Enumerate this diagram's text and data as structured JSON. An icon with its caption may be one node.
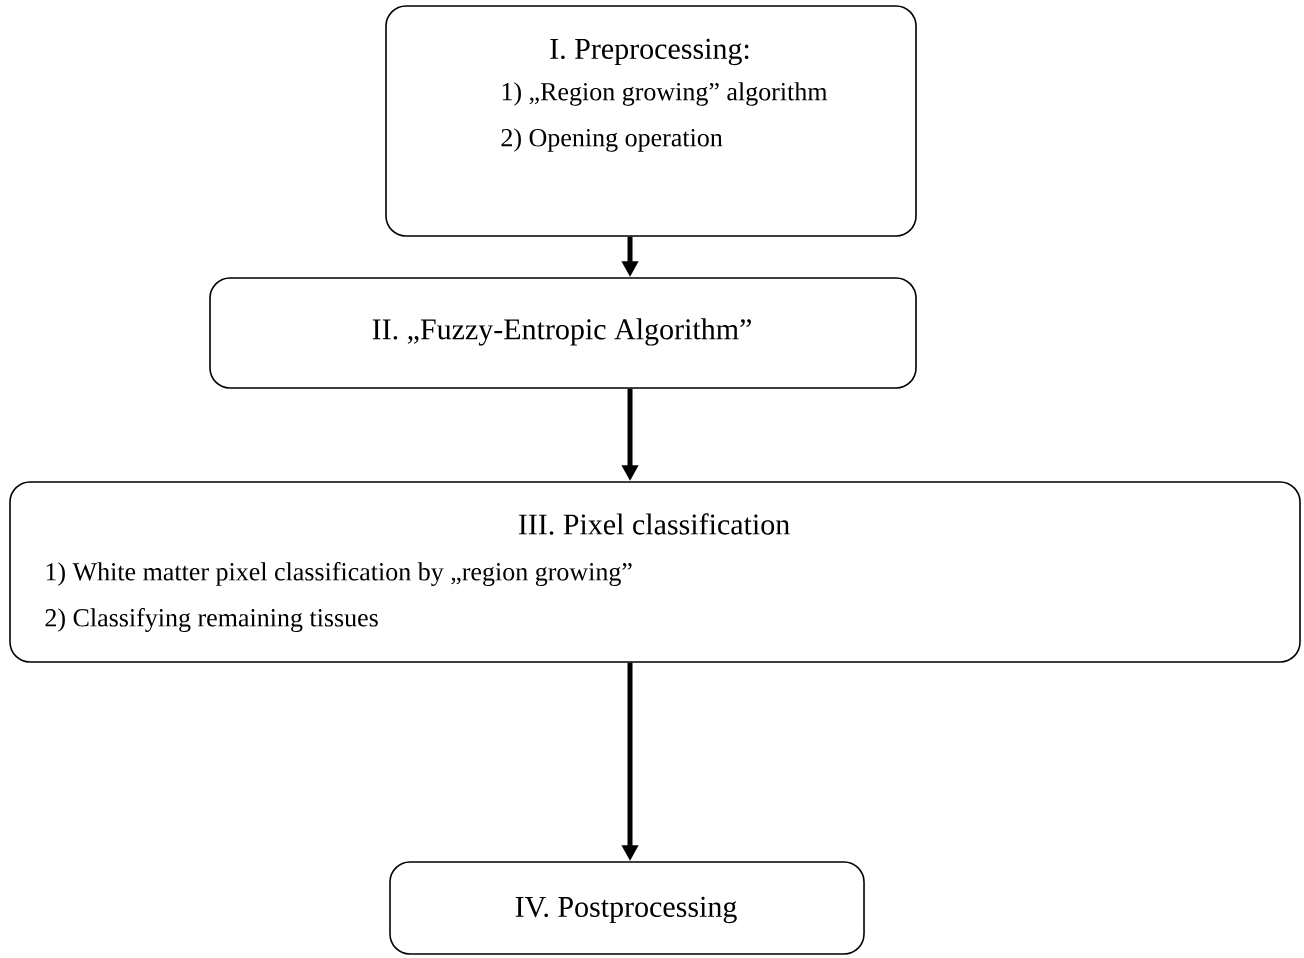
{
  "diagram": {
    "nodes": [
      {
        "text": [
          "I.  Preprocessing:",
          "1) „Region growing” algorithm",
          "2) Opening operation"
        ]
      },
      {
        "text": [
          "II. „Fuzzy-Entropic Algorithm”"
        ]
      },
      {
        "text": [
          "III. Pixel classification",
          "1) White matter pixel classification by „region growing”",
          "2) Classifying remaining tissues"
        ]
      },
      {
        "text": [
          "IV. Postprocessing"
        ]
      }
    ],
    "edges": [
      {
        "from": 0,
        "to": 1,
        "arrow": "to"
      },
      {
        "from": 1,
        "to": 2,
        "arrow": "to"
      },
      {
        "from": 2,
        "to": 3,
        "arrow": "to"
      }
    ]
  }
}
